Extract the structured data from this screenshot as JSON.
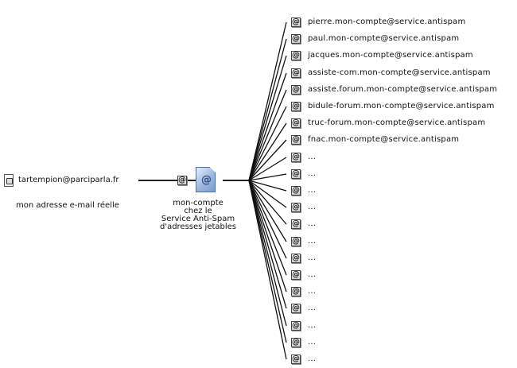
{
  "source": {
    "email": "tartempion@parciparla.fr",
    "label": "mon adresse e-mail réelle"
  },
  "service": {
    "label_lines": [
      "mon-compte",
      "chez le",
      "Service Anti-Spam",
      "d'adresses jetables"
    ]
  },
  "aliases": [
    "pierre.mon-compte@service.antispam",
    "paul.mon-compte@service.antispam",
    "jacques.mon-compte@service.antispam",
    "assiste-com.mon-compte@service.antispam",
    "assiste.forum.mon-compte@service.antispam",
    "bidule-forum.mon-compte@service.antispam",
    "truc-forum.mon-compte@service.antispam",
    "fnac.mon-compte@service.antispam",
    "...",
    "...",
    "...",
    "...",
    "...",
    "...",
    "...",
    "...",
    "...",
    "...",
    "...",
    "...",
    "..."
  ],
  "icons": {
    "source": "email-document-icon",
    "relay": "at-sign-icon",
    "service": "antispam-service-document-icon",
    "alias": "at-sign-icon"
  }
}
